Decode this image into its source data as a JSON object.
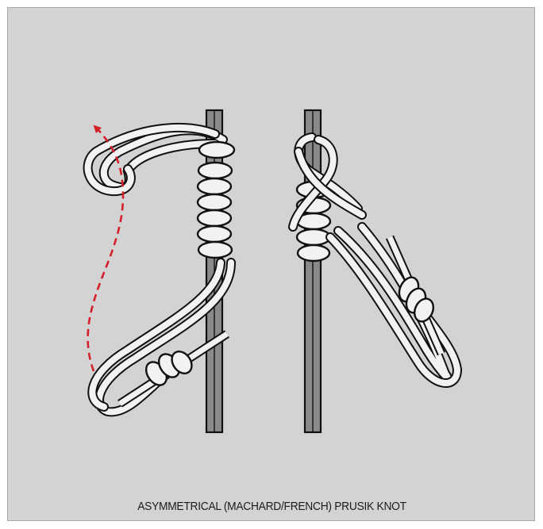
{
  "caption": "ASYMMETRICAL (MACHARD/FRENCH) PRUSIK KNOT",
  "colors": {
    "background": "#d3d3d3",
    "rope_fill": "#f2f2f2",
    "rope_outline": "#111111",
    "main_rope_fill": "#8a8a8a",
    "arrow": "#d4202a"
  },
  "figures": [
    {
      "id": "step-1",
      "description_icon": "prusik-wrapping-step-icon"
    },
    {
      "id": "step-2",
      "description_icon": "prusik-finished-knot-icon"
    }
  ]
}
